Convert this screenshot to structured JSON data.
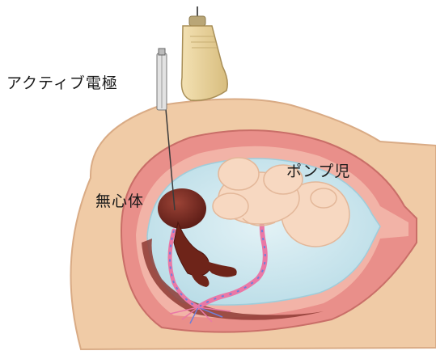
{
  "labels": {
    "active_electrode": "アクティブ電極",
    "acardiac_twin": "無心体",
    "pump_twin": "ポンプ児"
  },
  "colors": {
    "skin": "#f0cba6",
    "skin_edge": "#d9ab85",
    "uterus_wall": "#e98f8a",
    "amniotic_fluid": "#cde7ef",
    "acardiac": "#7a2c22",
    "pump_fetus": "#f7d8c1",
    "probe": "#e9d29b",
    "cord_pink": "#ea78a6",
    "cord_blue": "#6f7fd8"
  },
  "icons": [
    "ultrasound-probe-icon",
    "electrode-needle-icon"
  ]
}
